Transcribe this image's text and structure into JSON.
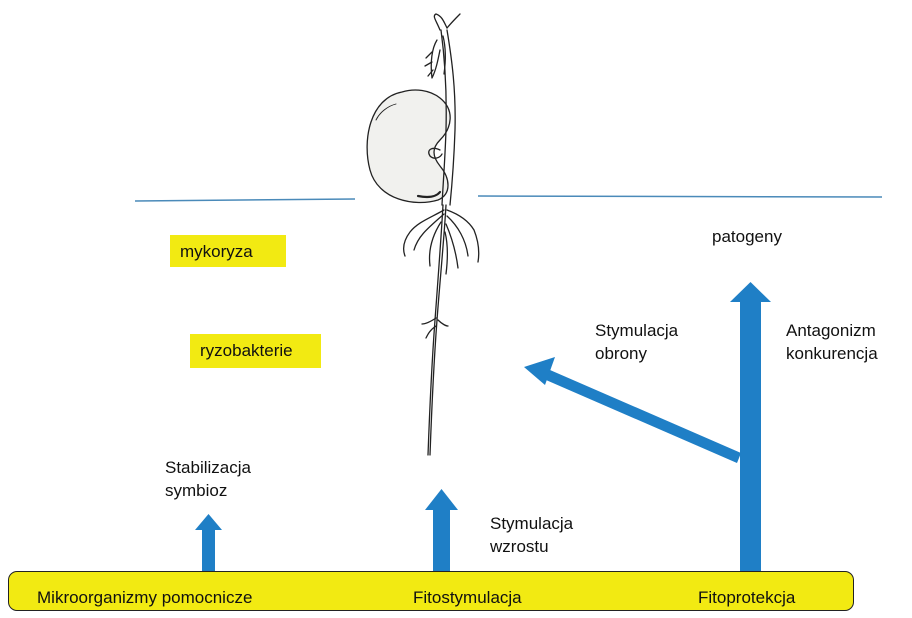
{
  "colors": {
    "highlight": "#f2ea12",
    "arrow": "#1f7fc6",
    "soil_line": "#4a8ab9"
  },
  "icons": [
    "seedling-drawing"
  ],
  "labels": {
    "mykoryza": "mykoryza",
    "ryzobakterie": "ryzobakterie",
    "patogeny": "patogeny",
    "stymulacja_obrony": [
      "Stymulacja",
      "obrony"
    ],
    "antagonizm": [
      "Antagonizm",
      "konkurencja"
    ],
    "stabilizacja": [
      "Stabilizacja",
      "symbioz"
    ],
    "stymulacja_wzrostu": [
      "Stymulacja",
      "wzrostu"
    ]
  },
  "bar": {
    "left": "Mikroorganizmy pomocnicze",
    "center": "Fitostymulacja",
    "right": "Fitoprotekcja"
  }
}
